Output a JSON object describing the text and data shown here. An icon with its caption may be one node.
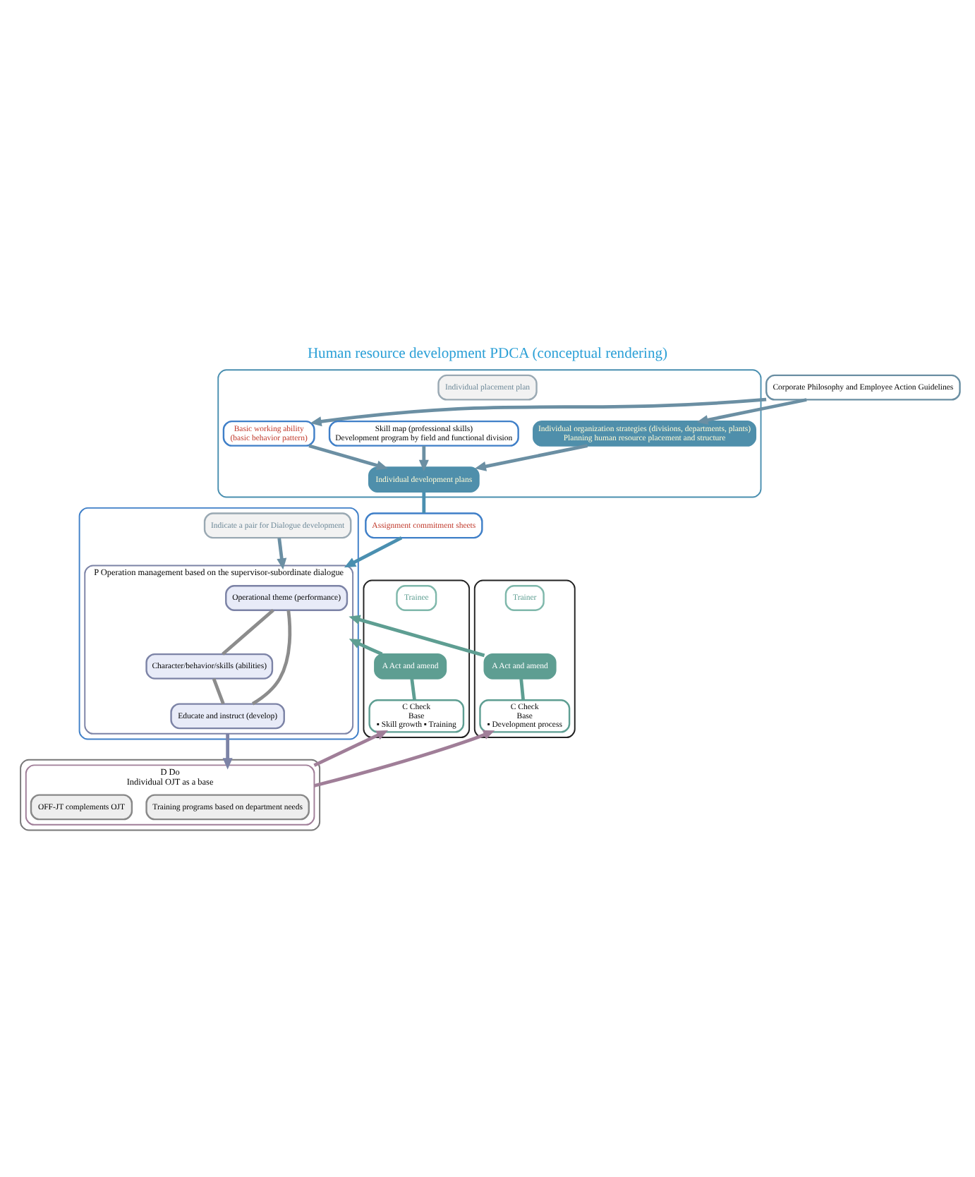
{
  "diagram": {
    "title": "Human resource development PDCA (conceptual rendering)",
    "nodes": [
      {
        "text": [
          "Corporate Philosophy and Employee Action Guidelines"
        ]
      },
      {
        "text": [],
        "shape": "box"
      },
      {
        "text": [
          "Individual organization strategies (divisions, departments, plants)",
          "Planning human resource placement and structure"
        ],
        "in": 1
      },
      {
        "text": [
          "Skill map (professional skills)",
          "Development program by field and functional division"
        ],
        "in": 1
      },
      {
        "text": [
          "Basic working ability",
          "(basic behavior pattern)"
        ],
        "in": 1
      },
      {
        "text": [
          "Individual placement plan"
        ],
        "in": 1
      },
      {
        "text": [
          "Individual development plans"
        ],
        "in": 1
      },
      {
        "text": [],
        "shape": "box"
      },
      {
        "text": [
          "Assignment commitment sheets"
        ]
      },
      {
        "text": [
          "Indicate a pair for Dialogue development"
        ],
        "in": 7
      },
      {
        "text": [
          "P Operation management based on the supervisor-subordinate dialogue"
        ],
        "in": 7
      },
      {
        "text": [
          "Operational theme (performance)"
        ],
        "in": 10
      },
      {
        "text": [
          "Character/behavior/skills (abilities)"
        ],
        "in": 10
      },
      {
        "text": [
          "Educate and instruct (develop)"
        ],
        "in": 10
      },
      {
        "text": [],
        "shape": "box"
      },
      {
        "text": [],
        "shape": "box"
      },
      {
        "text": [
          "Trainer"
        ],
        "in": 15
      },
      {
        "text": [
          "A Act and amend"
        ],
        "in": 15
      },
      {
        "text": [
          "C Check",
          "Base",
          "▪ Development process"
        ],
        "in": 15
      },
      {
        "text": [],
        "shape": "box"
      },
      {
        "text": [
          "Trainee"
        ],
        "in": 19
      },
      {
        "text": [
          "A Act and amend"
        ],
        "in": 19
      },
      {
        "text": [
          "C Check",
          "Base",
          "▪ Skill growth ▪ Training"
        ],
        "in": 19
      },
      {
        "text": [
          "D Do",
          "Individual OJT as a base"
        ],
        "in": 14
      },
      {
        "text": [
          "Training programs based on department needs"
        ],
        "in": 23
      },
      {
        "text": [
          "OFF-JT complements OJT"
        ],
        "in": 23
      }
    ],
    "edges": [
      {
        "from": 0,
        "to": 2,
        "arrow": "to"
      },
      {
        "from": 0,
        "to": 4,
        "arrow": "to"
      },
      {
        "from": 2,
        "to": 6,
        "arrow": "to"
      },
      {
        "from": 3,
        "to": 6,
        "arrow": "to"
      },
      {
        "from": 4,
        "to": 6,
        "arrow": "to"
      },
      {
        "from": 6,
        "to": 8,
        "arrow": "none",
        "color": "#4a8fb0"
      },
      {
        "from": 8,
        "to": 10,
        "arrow": "to",
        "color": "#4a8fb0"
      },
      {
        "from": 9,
        "to": 10,
        "arrow": "to"
      },
      {
        "from": 11,
        "to": 12,
        "arrow": "none",
        "color": "#8c8c8c"
      },
      {
        "from": 11,
        "to": 13,
        "arrow": "none",
        "color": "#8c8c8c"
      },
      {
        "from": 12,
        "to": 13,
        "arrow": "none",
        "color": "#8c8c8c"
      },
      {
        "from": 18,
        "to": 17,
        "arrow": "none",
        "color": "#5e9e92"
      },
      {
        "from": 17,
        "to": 10,
        "arrow": "to",
        "color": "#5e9e92"
      },
      {
        "from": 22,
        "to": 21,
        "arrow": "none",
        "color": "#5e9e92"
      },
      {
        "from": 21,
        "to": 10,
        "arrow": "to",
        "color": "#5e9e92"
      },
      {
        "from": 10,
        "to": 23,
        "arrow": "to",
        "color": "#7c83a6"
      },
      {
        "from": 23,
        "to": 18,
        "arrow": "to",
        "color": "#a07e98"
      },
      {
        "from": 23,
        "to": 22,
        "arrow": "to",
        "color": "#a07e98"
      }
    ]
  }
}
